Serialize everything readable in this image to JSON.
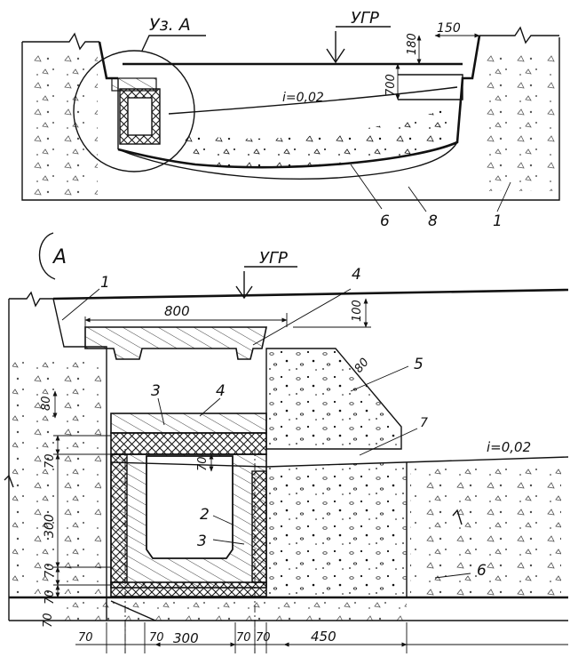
{
  "top_view": {
    "node_label": "Уз. А",
    "ugr_label": "УГР",
    "dim_150": "150",
    "dim_180": "180",
    "dim_700": "700",
    "slope_label": "i=0,02",
    "callouts": [
      "6",
      "8",
      "1"
    ]
  },
  "section_a": {
    "title": "А",
    "ugr_label": "УГР",
    "dim_800": "800",
    "dim_100": "100",
    "dim_80_right": "80",
    "dim_80_left": "80",
    "dim_70_a": "70",
    "dim_70_b": "70",
    "dim_70_c": "70",
    "dim_70_d": "70",
    "dim_70_inner": "70",
    "dim_300_vertical": "300",
    "bottom_dims": [
      "70",
      "70",
      "300",
      "70",
      "70",
      "450"
    ],
    "slope_label": "i=0,02",
    "callouts": {
      "c1": "1",
      "c4_top": "4",
      "c3_top": "3",
      "c4_mid": "4",
      "c5": "5",
      "c7": "7",
      "c2": "2",
      "c3_low": "3",
      "c6": "6"
    }
  },
  "colors": {
    "ink": "#111111",
    "paper": "#ffffff"
  }
}
